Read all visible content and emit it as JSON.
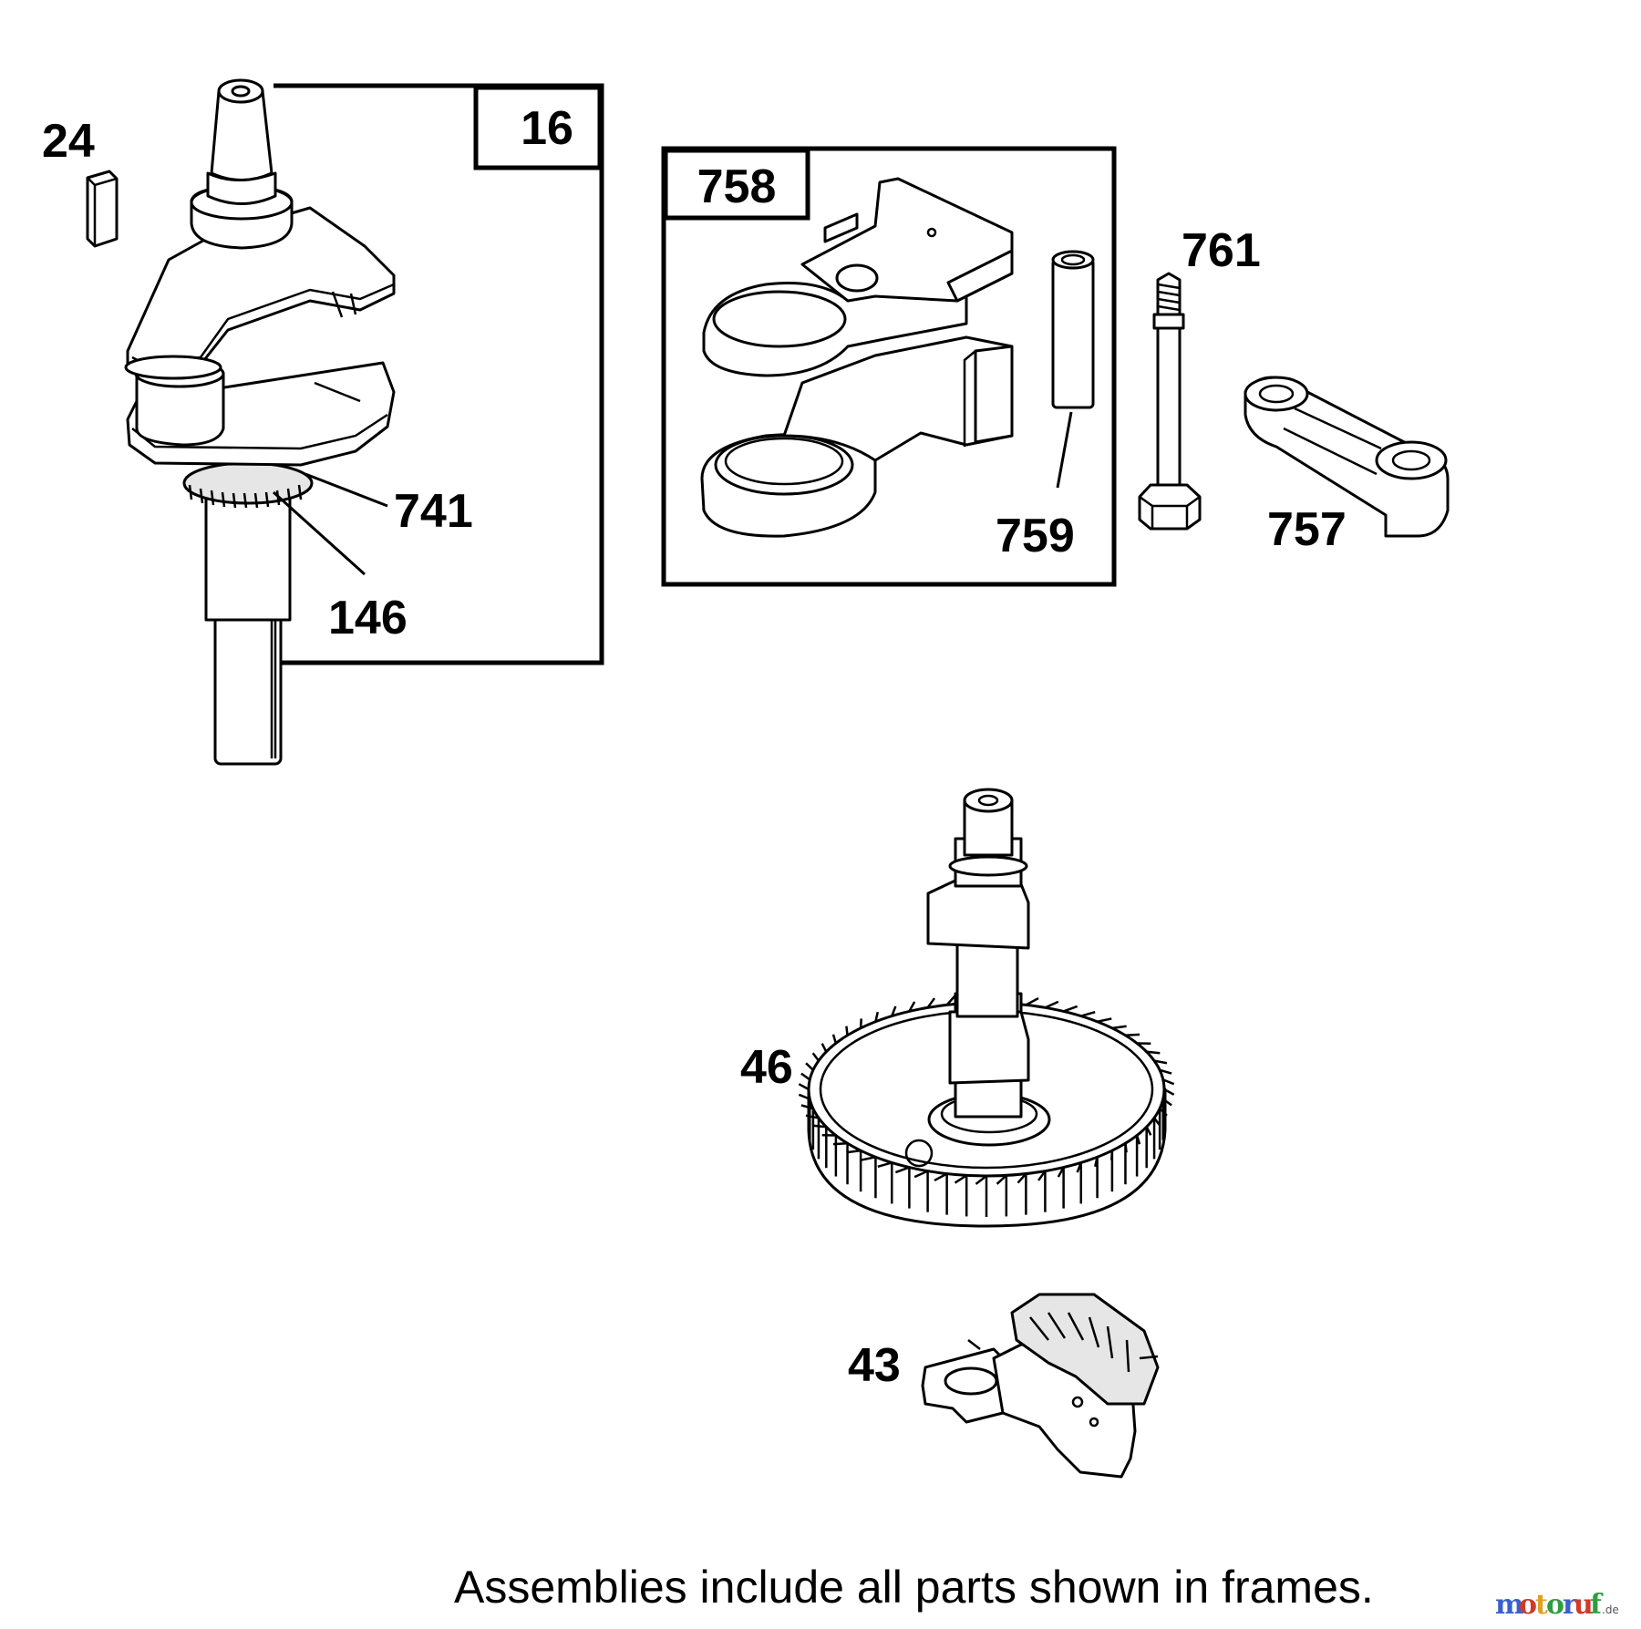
{
  "labels": {
    "frame_crankshaft": "16",
    "key": "24",
    "gear_741": "741",
    "gear_146": "146",
    "frame_lifter": "758",
    "pin": "759",
    "screw": "761",
    "link": "757",
    "camshaft": "46",
    "governor": "43"
  },
  "footnote": "Assemblies include all parts shown in frames.",
  "watermark": {
    "letters": [
      "m",
      "o",
      "t",
      "o",
      "r",
      "u",
      "f"
    ],
    "colors": [
      "#3a5fcd",
      "#d03a2a",
      "#e0a020",
      "#2e9e3e",
      "#3a5fcd",
      "#d03a2a",
      "#2e9e3e"
    ],
    "suffix": ".de"
  }
}
